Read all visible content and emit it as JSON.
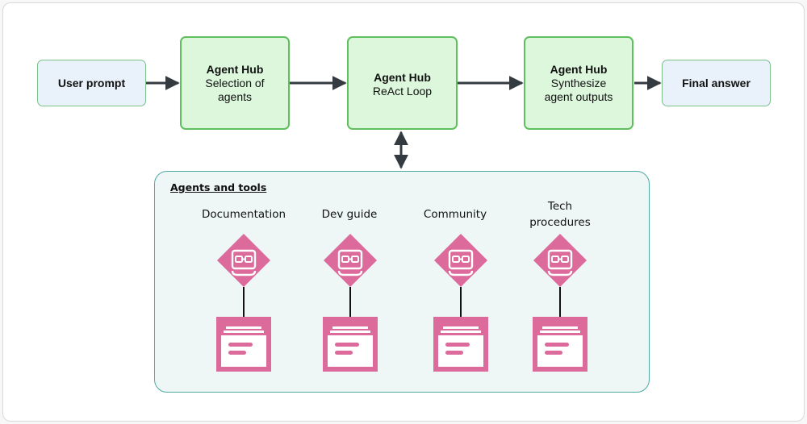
{
  "flow": {
    "user_prompt": "User prompt",
    "hub_selection": {
      "title": "Agent Hub",
      "line1": "Selection of",
      "line2": "agents"
    },
    "hub_react": {
      "title": "Agent Hub",
      "line1": "ReAct Loop"
    },
    "hub_synthesize": {
      "title": "Agent Hub",
      "line1": "Synthesize",
      "line2": "agent outputs"
    },
    "final_answer": "Final answer"
  },
  "agents_panel": {
    "title": "Agents and tools",
    "agents": [
      {
        "line1": "Documentation",
        "line2": ""
      },
      {
        "line1": "Dev guide",
        "line2": ""
      },
      {
        "line1": "Community",
        "line2": ""
      },
      {
        "line1": "Tech",
        "line2": "procedures"
      }
    ],
    "agent_icon": "robot-agent-icon",
    "tool_icon": "document-stack-icon"
  },
  "colors": {
    "start_end_fill": "#e9f2fb",
    "hub_fill": "#dcf7dc",
    "hub_border": "#5fbf5f",
    "panel_fill": "#eef7f6",
    "panel_border": "#4ea9a4",
    "icon_pink": "#dc6a9b",
    "arrow": "#333a40"
  }
}
